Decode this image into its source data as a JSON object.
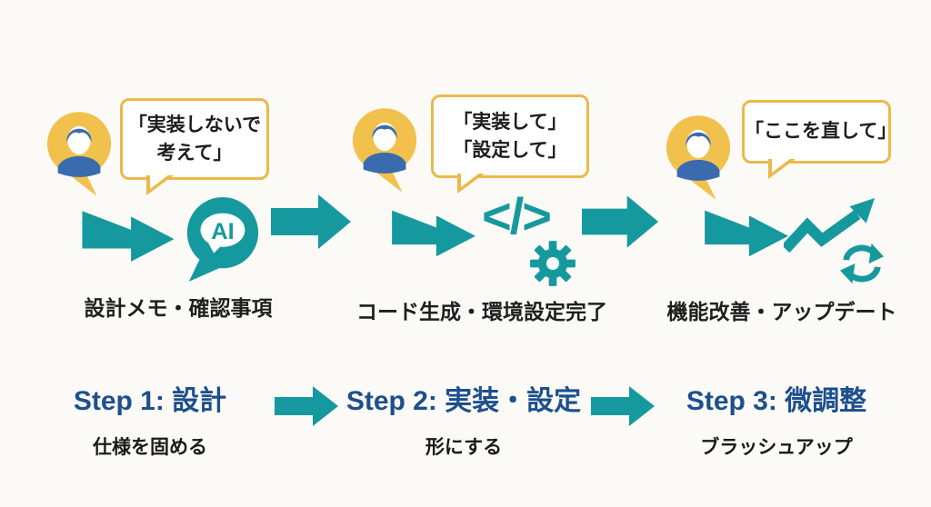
{
  "title": "AI development 3-step workflow diagram",
  "colors": {
    "background": "#fbfaf6",
    "teal": "#16999e",
    "yellow": "#f2c14d",
    "bubble_border": "#ebb94a",
    "person_blue": "#3a6baf",
    "step_blue": "#1d4f8c",
    "text": "#1d1d1d"
  },
  "sections": [
    {
      "bubble": [
        "「実装しないで",
        "考えて」"
      ],
      "icon": "ai-chat",
      "label": "設計メモ・確認事項"
    },
    {
      "bubble": [
        "「実装して」",
        "「設定して」"
      ],
      "icon": "code-gear",
      "label": "コード生成・環境設定完了"
    },
    {
      "bubble": [
        "「ここを直して」"
      ],
      "icon": "growth-refresh",
      "label": "機能改善・アップデート"
    }
  ],
  "ai_badge": "AI",
  "code_glyph": "</>",
  "steps": [
    {
      "title": "Step 1: 設計",
      "subtitle": "仕様を固める"
    },
    {
      "title": "Step 2: 実装・設定",
      "subtitle": "形にする"
    },
    {
      "title": "Step 3: 微調整",
      "subtitle": "ブラッシュアップ"
    }
  ]
}
